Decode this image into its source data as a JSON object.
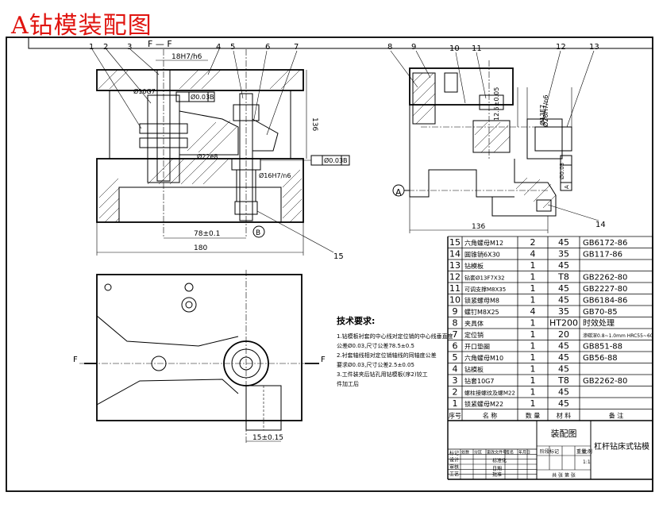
{
  "title": "A钻模装配图",
  "section_label": "F — F",
  "view_a_label": "A",
  "datum_b": "B",
  "arrow_f": "F",
  "leaders": [
    "1",
    "2",
    "3",
    "4",
    "5",
    "6",
    "7",
    "8",
    "9",
    "10",
    "11",
    "12",
    "13",
    "14",
    "15"
  ],
  "dims": {
    "fit_top": "18H7/h6",
    "dia10": "Ø10G7",
    "tol1_val": "Ø0.03",
    "tol1_ref": "B",
    "dia22": "Ø22e8",
    "tol2_val": "Ø0.03",
    "tol2_ref": "B",
    "dia16": "Ø16H7/n6",
    "h136": "136",
    "d78": "78±0.1",
    "d180": "180",
    "d125": "12.5±0.05",
    "dia13": "Ø13F7",
    "dia26": "Ø26H7/n6",
    "tol3_val": "Ø0.03",
    "tol3_ref": "A",
    "d136b": "136",
    "d15": "15±0.15"
  },
  "tech": {
    "heading": "技术要求:",
    "lines": [
      "1.钻模板衬套的中心线对定位销的中心线垂直度",
      "  公差Ø0.03,尺寸公差78.5±0.5",
      "2.衬套轴线相对定位销轴线的同轴度公差",
      "  要求Ø0.03,尺寸公差2.5±0.05",
      "3.工件装夹后钻孔用钻模板(序2)铰工",
      "  件加工后"
    ]
  },
  "bom": [
    {
      "no": "15",
      "name": "六角螺母M12",
      "qty": "2",
      "mat": "45",
      "note": "GB6172-86"
    },
    {
      "no": "14",
      "name": "圆锥销6X30",
      "qty": "4",
      "mat": "35",
      "note": "GB117-86"
    },
    {
      "no": "13",
      "name": "钻模板",
      "qty": "1",
      "mat": "45",
      "note": ""
    },
    {
      "no": "12",
      "name": "钻套Ø13F7X32",
      "qty": "1",
      "mat": "T8",
      "note": "GB2262-80"
    },
    {
      "no": "11",
      "name": "可调支撑M8X35",
      "qty": "1",
      "mat": "45",
      "note": "GB2227-80"
    },
    {
      "no": "10",
      "name": "锁紧螺母M8",
      "qty": "1",
      "mat": "45",
      "note": "GB6184-86"
    },
    {
      "no": "9",
      "name": "螺钉M8X25",
      "qty": "4",
      "mat": "35",
      "note": "GB70-85"
    },
    {
      "no": "8",
      "name": "夹具体",
      "qty": "1",
      "mat": "HT200",
      "note": "时效处理"
    },
    {
      "no": "7",
      "name": "定位销",
      "qty": "1",
      "mat": "20",
      "note": "渗碳深0.8~1.0mm HRC55~60"
    },
    {
      "no": "6",
      "name": "开口垫圈",
      "qty": "1",
      "mat": "45",
      "note": "GB851-88"
    },
    {
      "no": "5",
      "name": "六角螺母M10",
      "qty": "1",
      "mat": "45",
      "note": "GB56-88"
    },
    {
      "no": "4",
      "name": "钻模板",
      "qty": "1",
      "mat": "45",
      "note": ""
    },
    {
      "no": "3",
      "name": "钻套10G7",
      "qty": "1",
      "mat": "T8",
      "note": "GB2262-80"
    },
    {
      "no": "2",
      "name": "螺柱接螺纹及螺M22",
      "qty": "1",
      "mat": "45",
      "note": ""
    },
    {
      "no": "1",
      "name": "锁紧螺母M22",
      "qty": "1",
      "mat": "45",
      "note": ""
    }
  ],
  "bom_header": {
    "no": "序号",
    "name": "名  称",
    "qty": "数 量",
    "mat": "材 料",
    "note": "备  注"
  },
  "title_block": {
    "drawing_name": "装配图",
    "part_name": "杠杆钻床式钻模",
    "row_labels": [
      "标记",
      "设计",
      "审核",
      "工艺"
    ],
    "col_labels": [
      "处数",
      "分区",
      "更改文件号",
      "签名",
      "年月日"
    ],
    "std": "标准化",
    "approve": "批准",
    "sign_date": "日期",
    "stage": "阶段标记",
    "weight": "重量",
    "scale": "比例",
    "scale_val": "1:1",
    "sheets": "共 张 第 张"
  }
}
